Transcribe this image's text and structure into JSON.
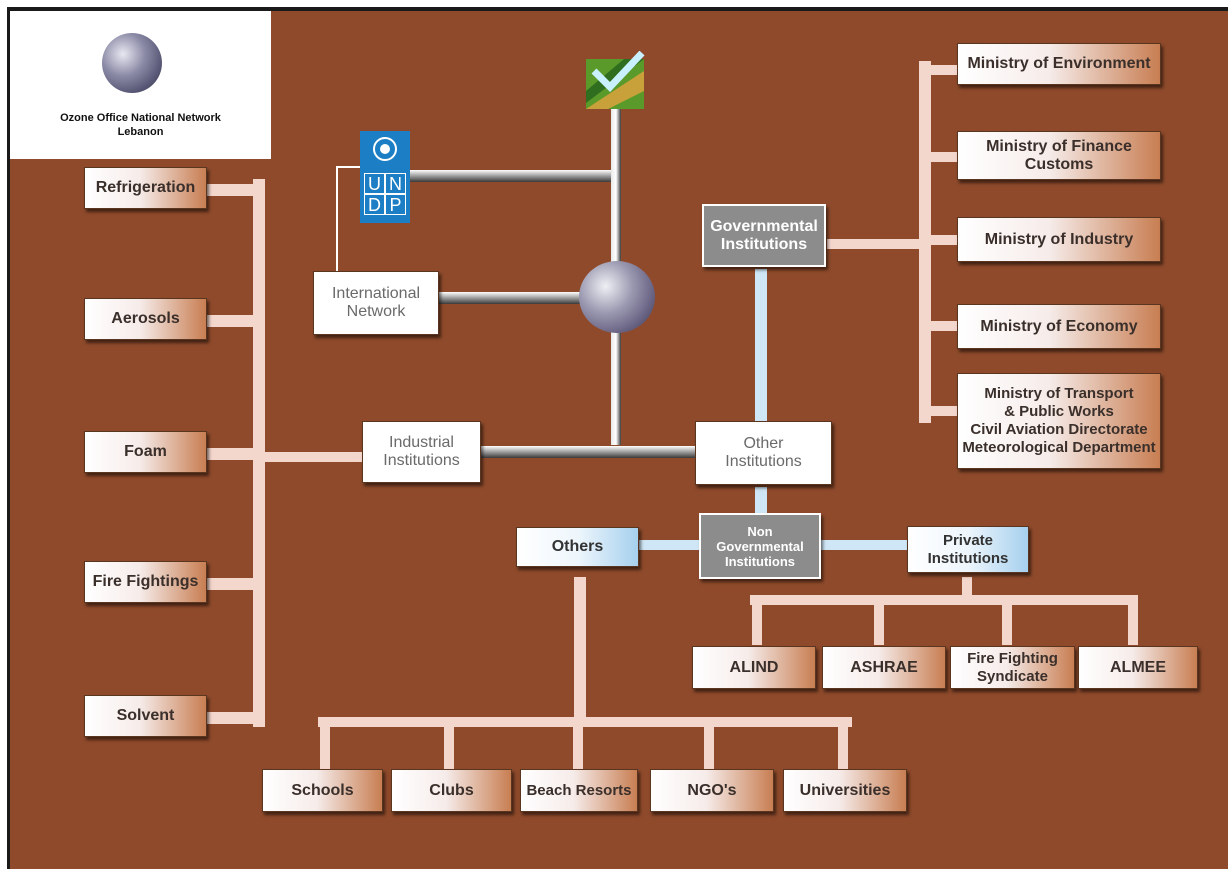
{
  "logo": {
    "caption_line1": "Ozone Office National Network",
    "caption_line2": "Lebanon",
    "icon": "ozone-globe-icon"
  },
  "undp": {
    "letters": [
      "U",
      "N",
      "D",
      "P"
    ],
    "icon": "un-emblem-icon",
    "color": "#1c7ec4"
  },
  "sectors": [
    "Refrigeration",
    "Aerosols",
    "Foam",
    "Fire Fightings",
    "Solvent"
  ],
  "ministries": [
    "Ministry of Environment",
    "Ministry of Finance\nCustoms",
    "Ministry of Industry",
    "Ministry of Economy",
    "Ministry of Transport\n& Public Works\nCivil Aviation Directorate\nMeteorological Department"
  ],
  "nodes": {
    "international": "International\nNetwork",
    "industrial": "Industrial\nInstitutions",
    "governmental": "Governmental\nInstitutions",
    "other": "Other\nInstitutions",
    "ngo": "Non\nGovernmental\nInstitutions",
    "others": "Others",
    "private": "Private\nInstitutions"
  },
  "private_members": [
    "ALIND",
    "ASHRAE",
    "Fire Fighting\nSyndicate",
    "ALMEE"
  ],
  "others_members": [
    "Schools",
    "Clubs",
    "Beach Resorts",
    "NGO's",
    "Universities"
  ],
  "colors": {
    "background": "#8f4a2b",
    "grey_node": "#8c8c8c",
    "undp_blue": "#1c7ec4"
  }
}
